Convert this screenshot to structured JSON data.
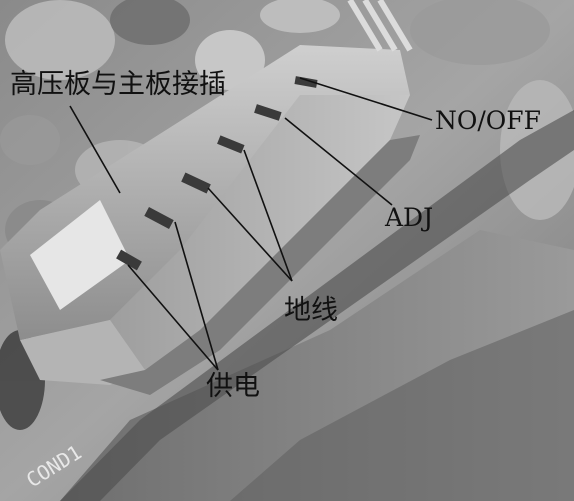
{
  "labels": {
    "connector": "高压板与主板接插",
    "on_off": "NO/OFF",
    "adj": "ADJ",
    "ground": "地线",
    "power": "供电"
  },
  "board_marking": "COND1",
  "colors": {
    "label_text": "#111111",
    "leader_line": "#111111"
  }
}
